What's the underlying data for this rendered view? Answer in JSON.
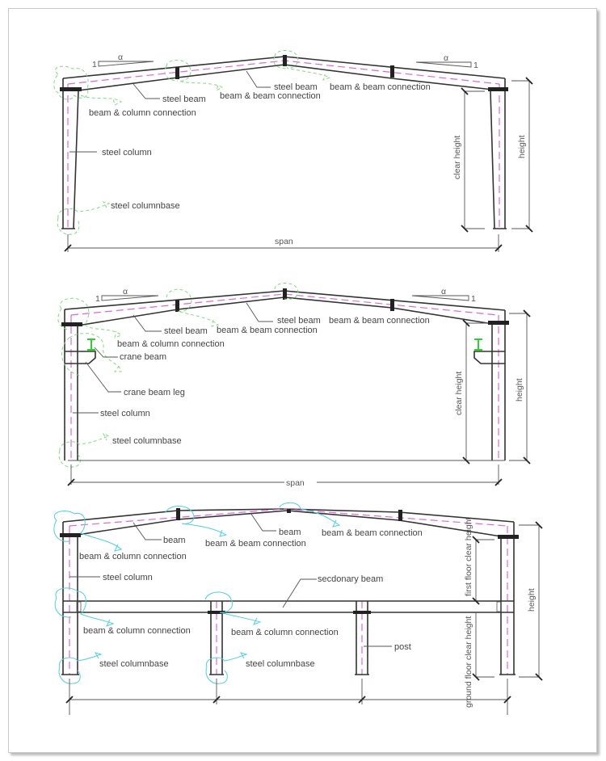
{
  "diagram1": {
    "slope_ratio": "1",
    "slope_symbol": "α",
    "labels": {
      "steel_beam_left": "steel beam",
      "beam_column_connection": "beam & column connection",
      "steel_beam_center": "steel beam",
      "beam_beam_connection_center": "beam & beam connection",
      "beam_beam_connection_right": "beam & beam connection",
      "steel_column": "steel column",
      "steel_columnbase": "steel columnbase"
    },
    "dimensions": {
      "span": "span",
      "clear_height": "clear height",
      "height": "height"
    }
  },
  "diagram2": {
    "slope_ratio": "1",
    "slope_symbol": "α",
    "labels": {
      "steel_beam_left": "steel beam",
      "beam_column_connection": "beam & column connection",
      "steel_beam_center": "steel beam",
      "beam_beam_connection_center": "beam & beam connection",
      "beam_beam_connection_right": "beam & beam connection",
      "crane_beam": "crane beam",
      "crane_beam_leg": "crane beam leg",
      "steel_column": "steel column",
      "steel_columnbase": "steel columnbase"
    },
    "dimensions": {
      "span": "span",
      "clear_height": "clear height",
      "height": "height"
    }
  },
  "diagram3": {
    "labels": {
      "beam_left": "beam",
      "beam_column_connection_top": "beam & column connection",
      "beam_center": "beam",
      "beam_beam_connection_center": "beam & beam connection",
      "beam_beam_connection_right": "beam & beam connection",
      "steel_column": "steel column",
      "secondary_beam": "secdonary beam",
      "beam_column_connection_left": "beam & column connection",
      "beam_column_connection_mid": "beam & column connection",
      "post": "post",
      "steel_columnbase_left": "steel columnbase",
      "steel_columnbase_mid": "steel columnbase"
    },
    "dimensions": {
      "first_floor_clear_height": "first floor clear height",
      "ground_floor_clear_height": "ground floor clear height",
      "height": "height"
    }
  },
  "colors": {
    "frame_line": "#333333",
    "centerline": "#d86ad8",
    "revision_cloud_green": "#7fdc7f",
    "revision_cloud_cyan": "#4fd0e0",
    "crane_beam_section": "#33cc33",
    "text": "#444444"
  }
}
